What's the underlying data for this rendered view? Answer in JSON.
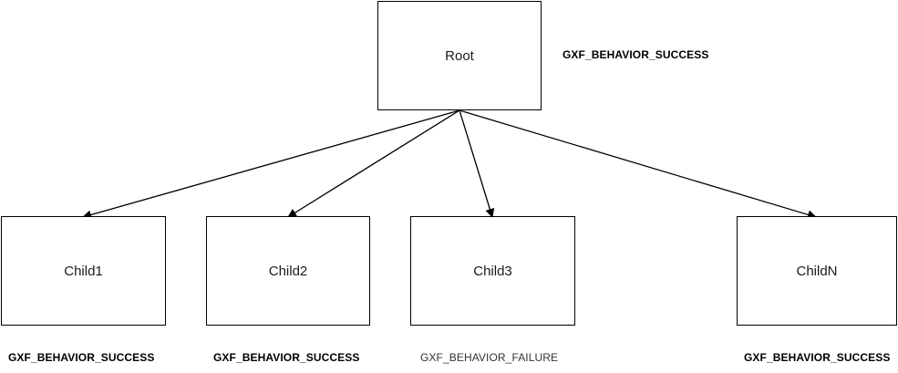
{
  "diagram": {
    "root": {
      "label": "Root",
      "status": "GXF_BEHAVIOR_SUCCESS"
    },
    "children": [
      {
        "label": "Child1",
        "status": "GXF_BEHAVIOR_SUCCESS"
      },
      {
        "label": "Child2",
        "status": "GXF_BEHAVIOR_SUCCESS"
      },
      {
        "label": "Child3",
        "status": "GXF_BEHAVIOR_FAILURE"
      },
      {
        "label": "ChildN",
        "status": "GXF_BEHAVIOR_SUCCESS"
      }
    ],
    "edges": [
      {
        "from": "Root",
        "to": "Child1"
      },
      {
        "from": "Root",
        "to": "Child2"
      },
      {
        "from": "Root",
        "to": "Child3"
      },
      {
        "from": "Root",
        "to": "ChildN"
      }
    ]
  }
}
